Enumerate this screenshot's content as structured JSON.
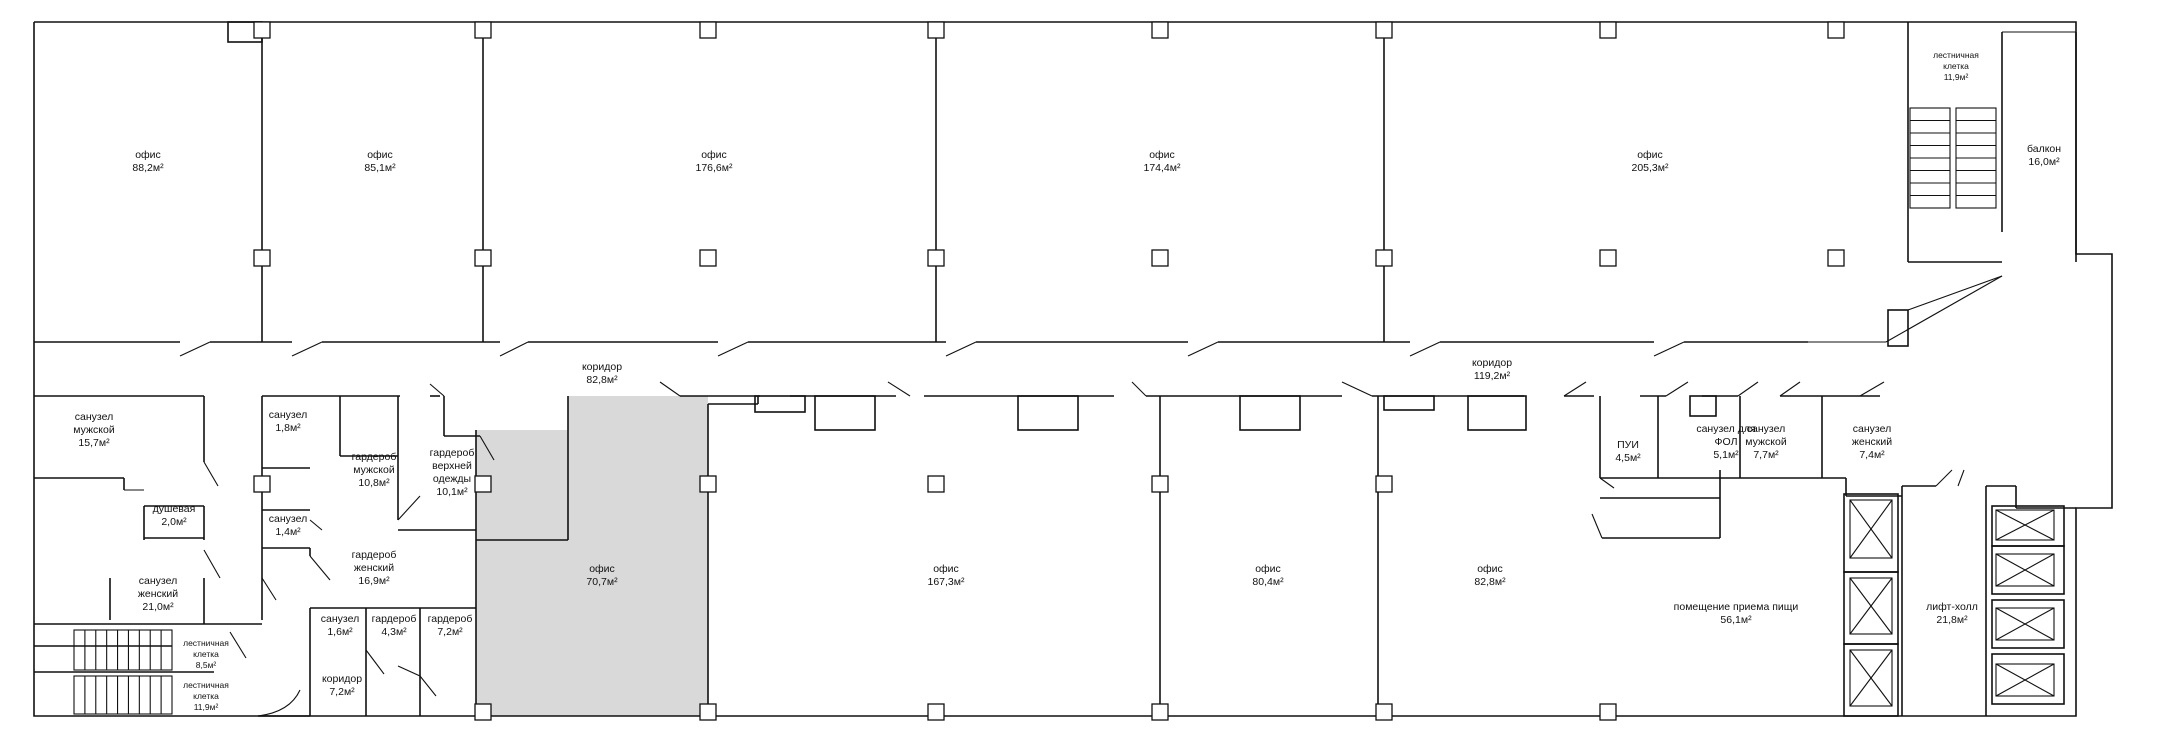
{
  "rooms": [
    {
      "id": "office-1",
      "name": "офис",
      "area": "88,2м²"
    },
    {
      "id": "office-2",
      "name": "офис",
      "area": "85,1м²"
    },
    {
      "id": "office-3",
      "name": "офис",
      "area": "176,6м²"
    },
    {
      "id": "office-4",
      "name": "офис",
      "area": "174,4м²"
    },
    {
      "id": "office-5",
      "name": "офис",
      "area": "205,3м²"
    },
    {
      "id": "stair-top",
      "name": "лестничная клетка",
      "area": "11,9м²"
    },
    {
      "id": "balcony",
      "name": "балкон",
      "area": "16,0м²"
    },
    {
      "id": "corridor-1",
      "name": "коридор",
      "area": "82,8м²"
    },
    {
      "id": "corridor-2",
      "name": "коридор",
      "area": "119,2м²"
    },
    {
      "id": "wc-male-left",
      "name": "санузел мужской",
      "area": "15,7м²"
    },
    {
      "id": "wc-small-1",
      "name": "санузел",
      "area": "1,8м²"
    },
    {
      "id": "cloak-male",
      "name": "гардероб мужской",
      "area": "10,8м²"
    },
    {
      "id": "cloak-outer",
      "name": "гардероб верхней одежды",
      "area": "10,1м²"
    },
    {
      "id": "shower",
      "name": "душевая",
      "area": "2,0м²"
    },
    {
      "id": "wc-small-2",
      "name": "санузел",
      "area": "1,4м²"
    },
    {
      "id": "cloak-female",
      "name": "гардероб женский",
      "area": "16,9м²"
    },
    {
      "id": "wc-female-left",
      "name": "санузел женский",
      "area": "21,0м²"
    },
    {
      "id": "wc-small-3",
      "name": "санузел",
      "area": "1,6м²"
    },
    {
      "id": "cloak-small-1",
      "name": "гардероб",
      "area": "4,3м²"
    },
    {
      "id": "cloak-small-2",
      "name": "гардероб",
      "area": "7,2м²"
    },
    {
      "id": "stair-bl-1",
      "name": "лестничная клетка",
      "area": "8,5м²"
    },
    {
      "id": "stair-bl-2",
      "name": "лестничная клетка",
      "area": "11,9м²"
    },
    {
      "id": "corridor-3",
      "name": "коридор",
      "area": "7,2м²"
    },
    {
      "id": "office-6",
      "name": "офис",
      "area": "70,7м²"
    },
    {
      "id": "office-7",
      "name": "офис",
      "area": "167,3м²"
    },
    {
      "id": "office-8",
      "name": "офис",
      "area": "80,4м²"
    },
    {
      "id": "office-9",
      "name": "офис",
      "area": "82,8м²"
    },
    {
      "id": "pui",
      "name": "ПУИ",
      "area": "4,5м²"
    },
    {
      "id": "wc-fol",
      "name": "санузел для ФОЛ",
      "area": "5,1м²"
    },
    {
      "id": "wc-male-right",
      "name": "санузел мужской",
      "area": "7,7м²"
    },
    {
      "id": "wc-female-right",
      "name": "санузел женский",
      "area": "7,4м²"
    },
    {
      "id": "dining",
      "name": "помещение приема пищи",
      "area": "56,1м²"
    },
    {
      "id": "lift-hall",
      "name": "лифт-холл",
      "area": "21,8м²"
    }
  ],
  "colors": {
    "wall": "#111111",
    "highlight": "#d9d9d9",
    "background": "#ffffff"
  }
}
